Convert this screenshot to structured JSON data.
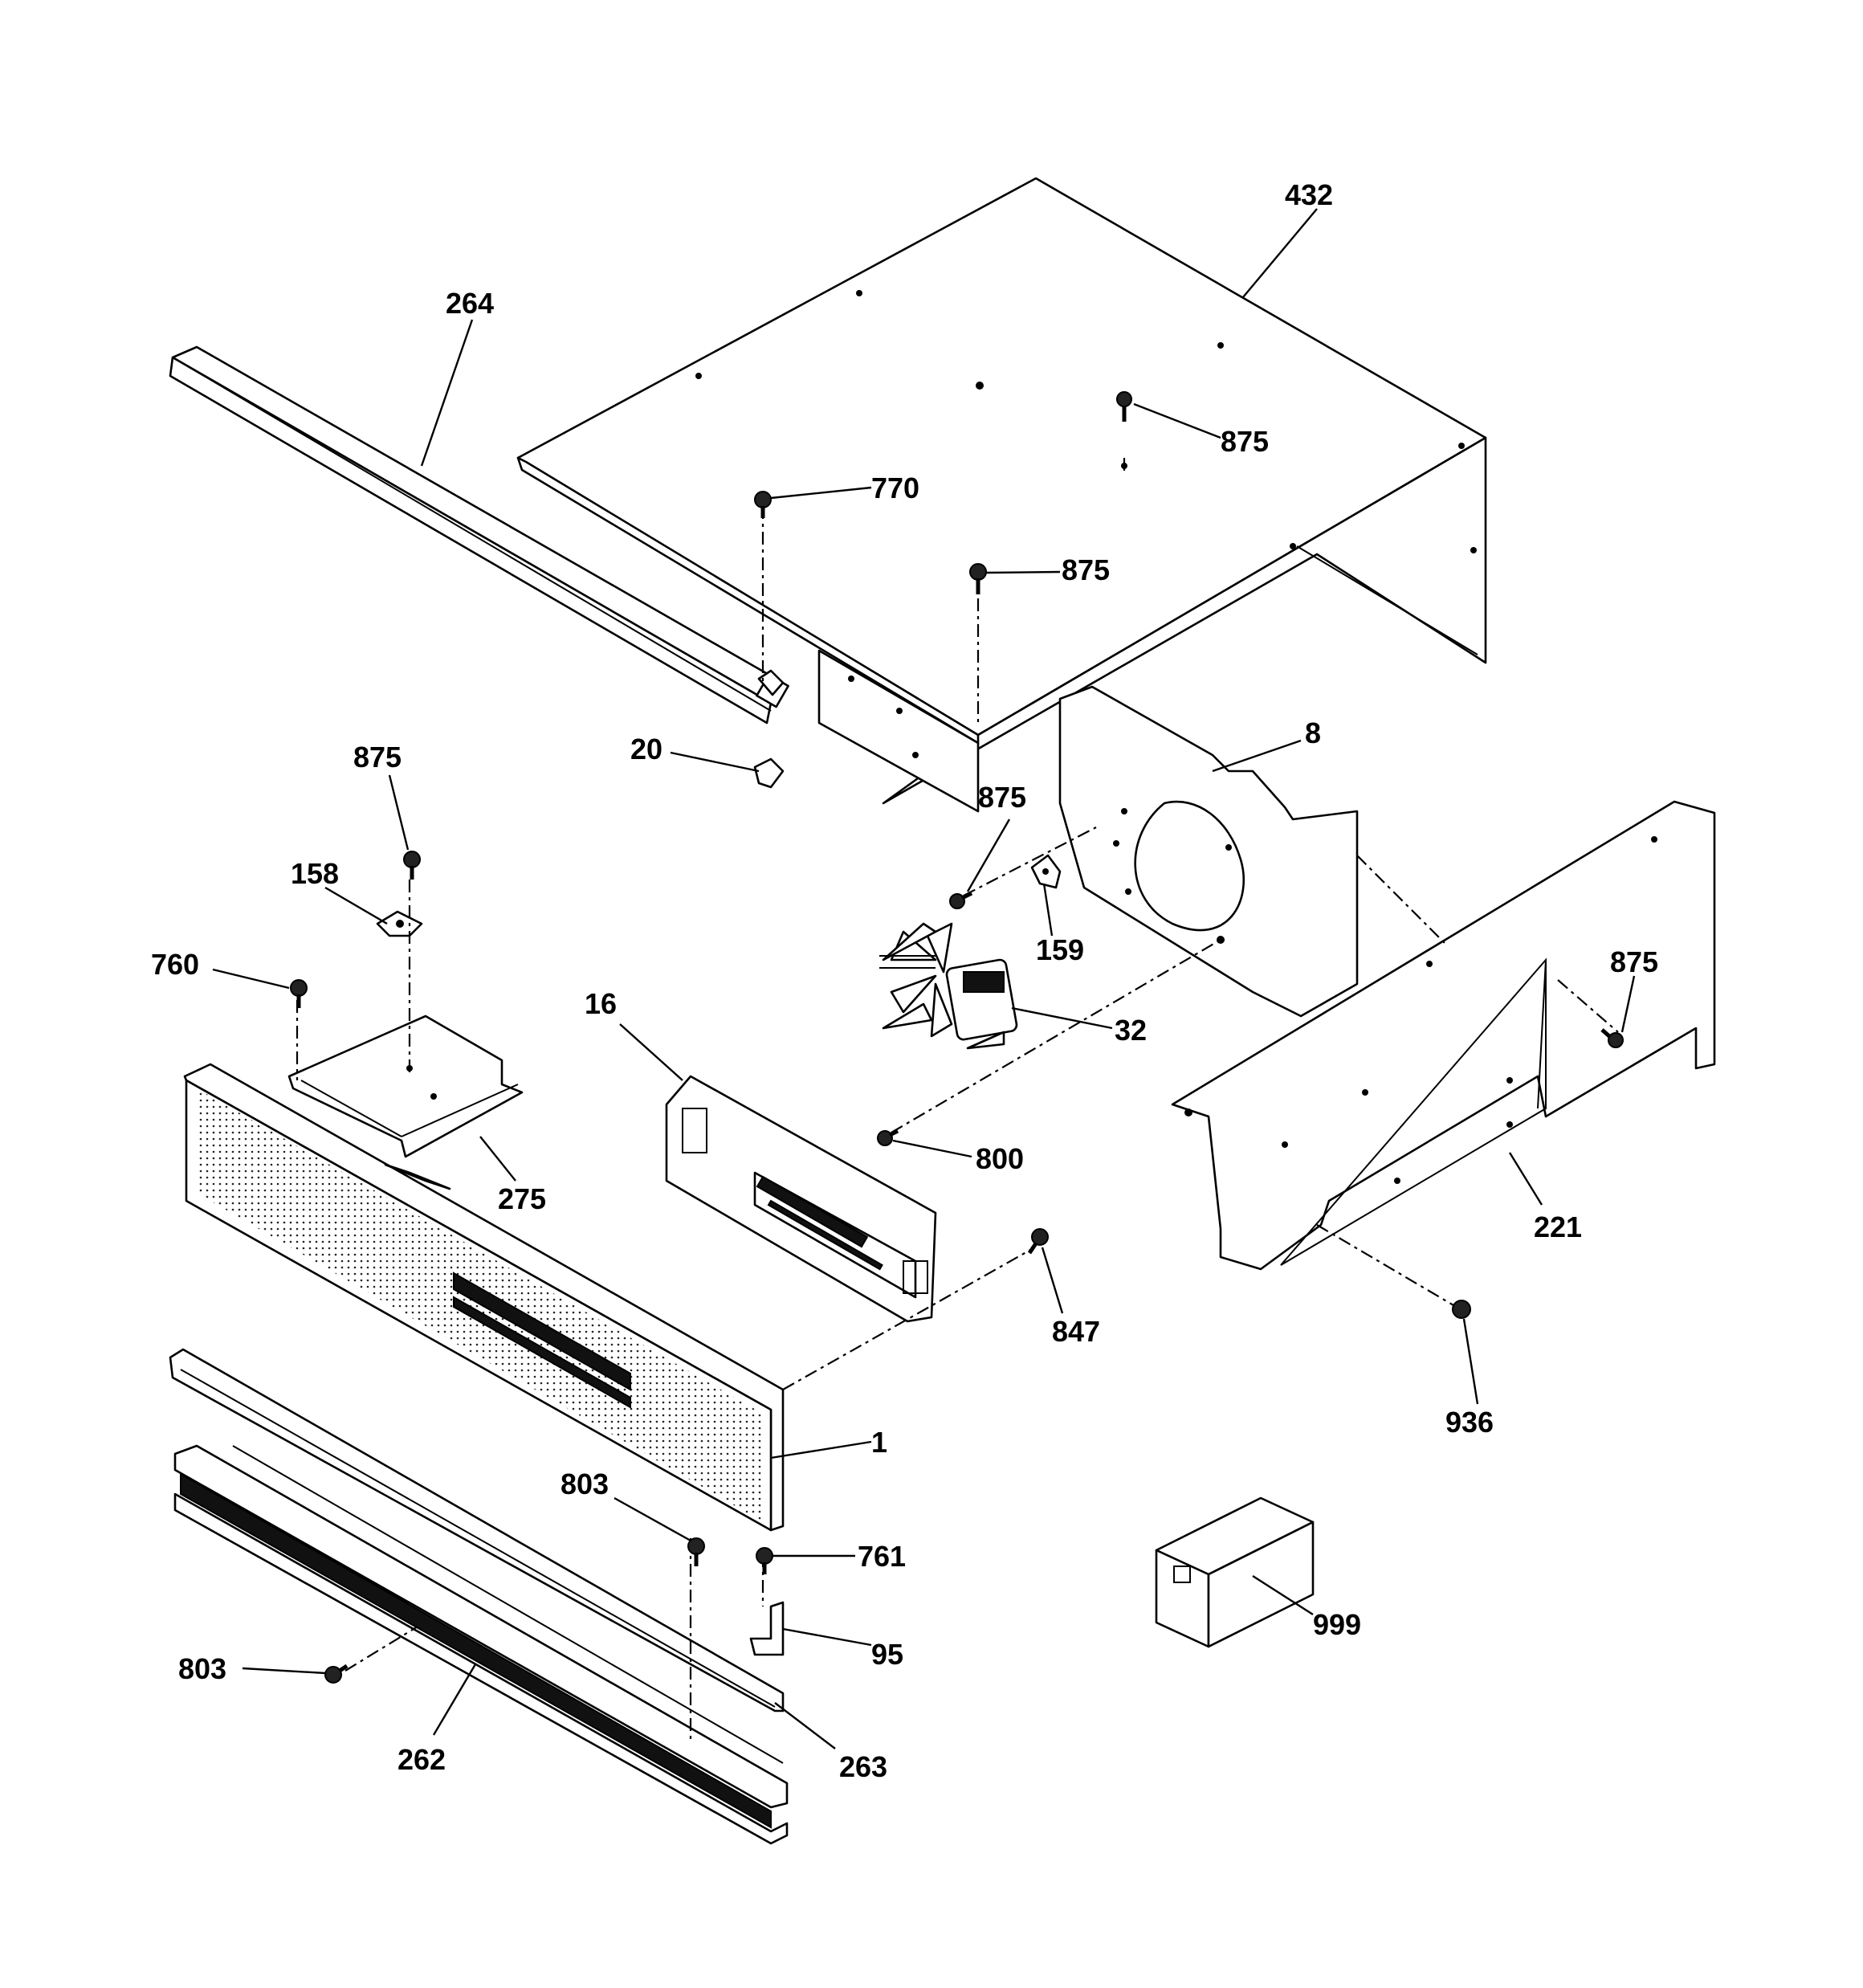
{
  "callouts": {
    "c432": "432",
    "c264": "264",
    "c875a": "875",
    "c770": "770",
    "c875b": "875",
    "c8": "8",
    "c20": "20",
    "c875c": "875",
    "c875d": "875",
    "c158": "158",
    "c159": "159",
    "c760": "760",
    "c16": "16",
    "c32": "32",
    "c875e": "875",
    "c800": "800",
    "c275": "275",
    "c221": "221",
    "c847": "847",
    "c936": "936",
    "c1": "1",
    "c803a": "803",
    "c761": "761",
    "c95": "95",
    "c999": "999",
    "c803b": "803",
    "c262": "262",
    "c263": "263"
  }
}
